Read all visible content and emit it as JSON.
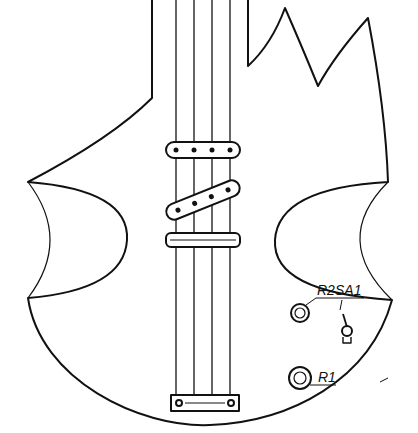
{
  "diagram": {
    "labels": [
      "R2",
      "SA1",
      "R1"
    ]
  }
}
